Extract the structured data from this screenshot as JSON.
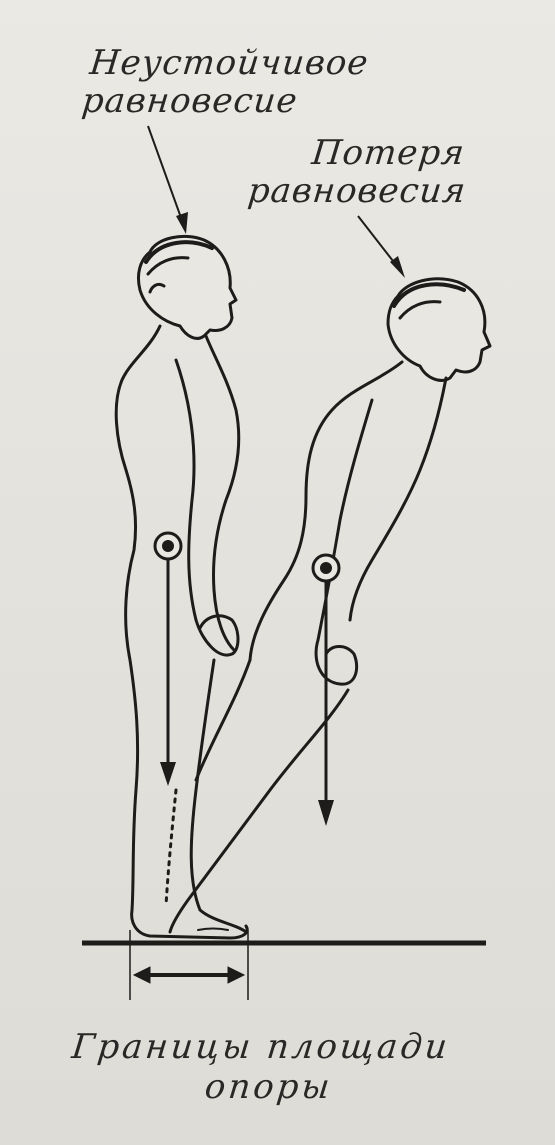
{
  "labels": {
    "unstable_line1": "Неустойчивое",
    "unstable_line2": "равновесие",
    "loss_line1": "Потеря",
    "loss_line2": "равновесия",
    "support_line1": "Границы площади",
    "support_line2": "опоры"
  },
  "colors": {
    "ink": "#1e1c1a",
    "paper": "#e6e4df"
  }
}
